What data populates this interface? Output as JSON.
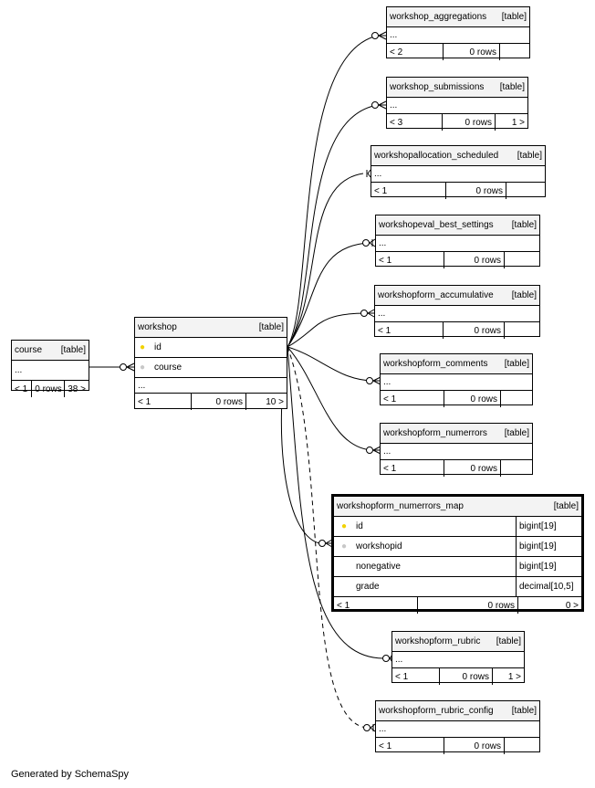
{
  "footer": "Generated by SchemaSpy",
  "tag": "[table]",
  "ellipsis": "...",
  "course": {
    "name": "course",
    "column": "...",
    "parents": "< 1",
    "rows": "0 rows",
    "children": "38 >"
  },
  "workshop": {
    "name": "workshop",
    "columns": [
      {
        "name": "id",
        "key": "primary"
      },
      {
        "name": "course",
        "key": "foreign"
      }
    ],
    "more": "...",
    "parents": "< 1",
    "rows": "0 rows",
    "children": "10 >"
  },
  "children": [
    {
      "name": "workshop_aggregations",
      "parents": "< 2",
      "rows": "0 rows",
      "children": ""
    },
    {
      "name": "workshop_submissions",
      "parents": "< 3",
      "rows": "0 rows",
      "children": "1 >"
    },
    {
      "name": "workshopallocation_scheduled",
      "parents": "< 1",
      "rows": "0 rows",
      "children": ""
    },
    {
      "name": "workshopeval_best_settings",
      "parents": "< 1",
      "rows": "0 rows",
      "children": ""
    },
    {
      "name": "workshopform_accumulative",
      "parents": "< 1",
      "rows": "0 rows",
      "children": ""
    },
    {
      "name": "workshopform_comments",
      "parents": "< 1",
      "rows": "0 rows",
      "children": ""
    },
    {
      "name": "workshopform_numerrors",
      "parents": "< 1",
      "rows": "0 rows",
      "children": ""
    },
    {
      "name": "workshopform_rubric",
      "parents": "< 1",
      "rows": "0 rows",
      "children": "1 >"
    },
    {
      "name": "workshopform_rubric_config",
      "parents": "< 1",
      "rows": "0 rows",
      "children": ""
    }
  ],
  "numerrors_map": {
    "name": "workshopform_numerrors_map",
    "columns": [
      {
        "name": "id",
        "type": "bigint[19]",
        "key": "primary"
      },
      {
        "name": "workshopid",
        "type": "bigint[19]",
        "key": "foreign"
      },
      {
        "name": "nonegative",
        "type": "bigint[19]",
        "key": ""
      },
      {
        "name": "grade",
        "type": "decimal[10,5]",
        "key": ""
      }
    ],
    "parents": "< 1",
    "rows": "0 rows",
    "children": "0 >"
  },
  "colors": {
    "primary_key": "#f2d200",
    "foreign_key": "#c8c8c8",
    "header_bg": "#f3f3f3"
  }
}
